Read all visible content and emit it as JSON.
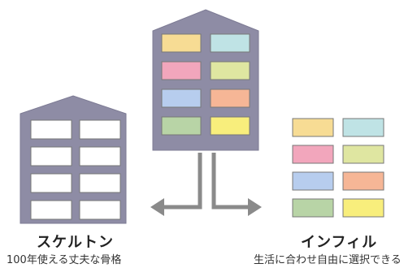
{
  "labels": {
    "skeleton_title": "スケルトン",
    "skeleton_subtitle": "100年使える丈夫な骨格",
    "infill_title": "インフィル",
    "infill_subtitle": "生活に合わせ自由に選択できる"
  },
  "colors": {
    "building": "#8e8ca5",
    "building_edge": "#7d7b94",
    "arrow": "#8a8a8a",
    "empty_window": "#ffffff",
    "yellow": "#f7dc94",
    "cyan": "#bfe3e5",
    "pink": "#f2a6bc",
    "olive": "#dfe6a1",
    "blue": "#b7cdee",
    "salmon": "#f6b696",
    "green": "#b8d4a6",
    "bright_yellow": "#f8ee7c"
  },
  "panel_grid": [
    [
      "yellow",
      "cyan"
    ],
    [
      "pink",
      "olive"
    ],
    [
      "blue",
      "salmon"
    ],
    [
      "green",
      "bright_yellow"
    ]
  ]
}
